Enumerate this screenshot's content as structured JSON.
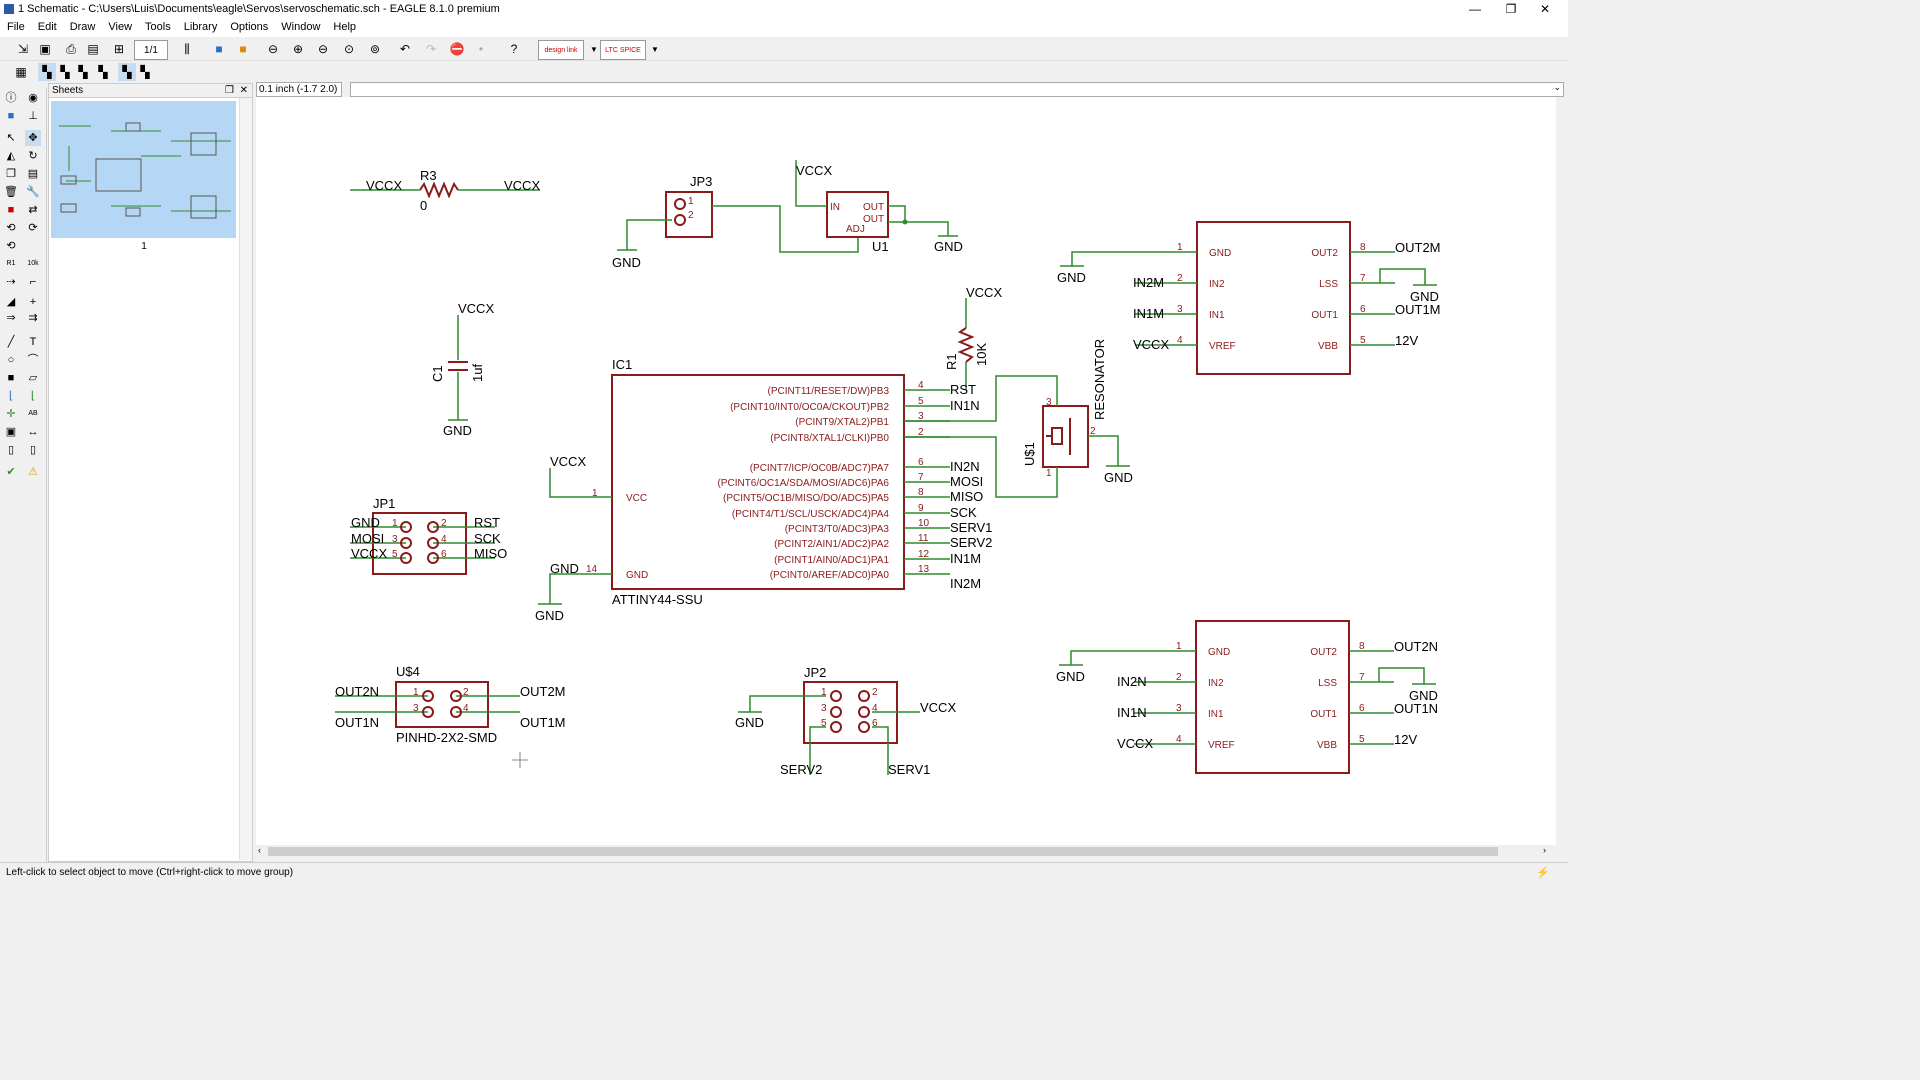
{
  "window": {
    "title": "1 Schematic - C:\\Users\\Luis\\Documents\\eagle\\Servos\\servoschematic.sch - EAGLE 8.1.0 premium",
    "controls": [
      "—",
      "❐",
      "✕"
    ]
  },
  "menu": [
    "File",
    "Edit",
    "Draw",
    "View",
    "Tools",
    "Library",
    "Options",
    "Window",
    "Help"
  ],
  "toolbar": {
    "sheet_select": "1/1",
    "design_link": "design link",
    "ltspice": "LTC SPICE"
  },
  "sheets_panel": {
    "title": "Sheets",
    "sheet_label": "1"
  },
  "coord_display": "0.1 inch (-1.7 2.0)",
  "status_message": "Left-click to select object to move (Ctrl+right-click to move group)",
  "colors": {
    "wire": "#2e8b2e",
    "symbol": "#8b1a1a",
    "pin_text": "#8b1a1a",
    "selection": "#b5d7f5"
  },
  "schematic": {
    "r3": {
      "name": "R3",
      "value": "0",
      "left_net": "VCCX",
      "right_net": "VCCX"
    },
    "jp3": {
      "name": "JP3",
      "pin1": "1",
      "pin2": "2",
      "gnd": "GND"
    },
    "u1": {
      "name": "U1",
      "in": "IN",
      "out1": "OUT",
      "out2": "OUT",
      "adj": "ADJ",
      "vccx": "VCCX",
      "gnd": "GND"
    },
    "c1": {
      "name": "C1",
      "value": "1uf",
      "vccx": "VCCX",
      "gnd": "GND"
    },
    "r1": {
      "name": "R1",
      "value": "10K",
      "vccx": "VCCX"
    },
    "resonator": {
      "name": "U$1",
      "label": "RESONATOR",
      "pin1": "1",
      "pin2": "2",
      "pin3": "3",
      "gnd": "GND"
    },
    "ic1": {
      "name": "IC1",
      "part": "ATTINY44-SSU",
      "vcc_pin": "VCC",
      "gnd_pin": "GND",
      "vcc_num": "1",
      "gnd_num": "14",
      "vccx": "VCCX",
      "gnd": "GND",
      "pins": [
        {
          "label": "(PCINT11/RESET/DW)PB3",
          "num": "4",
          "net": "RST"
        },
        {
          "label": "(PCINT10/INT0/OC0A/CKOUT)PB2",
          "num": "5",
          "net": "IN1N"
        },
        {
          "label": "(PCINT9/XTAL2)PB1",
          "num": "3",
          "net": ""
        },
        {
          "label": "(PCINT8/XTAL1/CLKI)PB0",
          "num": "2",
          "net": ""
        },
        {
          "label": "(PCINT7/ICP/OC0B/ADC7)PA7",
          "num": "6",
          "net": "IN2N"
        },
        {
          "label": "(PCINT6/OC1A/SDA/MOSI/ADC6)PA6",
          "num": "7",
          "net": "MOSI"
        },
        {
          "label": "(PCINT5/OC1B/MISO/DO/ADC5)PA5",
          "num": "8",
          "net": "MISO"
        },
        {
          "label": "(PCINT4/T1/SCL/USCK/ADC4)PA4",
          "num": "9",
          "net": "SCK"
        },
        {
          "label": "(PCINT3/T0/ADC3)PA3",
          "num": "10",
          "net": "SERV1"
        },
        {
          "label": "(PCINT2/AIN1/ADC2)PA2",
          "num": "11",
          "net": "SERV2"
        },
        {
          "label": "(PCINT1/AIN0/ADC1)PA1",
          "num": "12",
          "net": "IN1M"
        },
        {
          "label": "(PCINT0/AREF/ADC0)PA0",
          "num": "13",
          "net": "IN2M"
        }
      ]
    },
    "jp1": {
      "name": "JP1",
      "left_nets": [
        "GND",
        "MOSI",
        "VCCX"
      ],
      "right_nets": [
        "RST",
        "SCK",
        "MISO"
      ],
      "left_nums": [
        "1",
        "3",
        "5"
      ],
      "right_nums": [
        "2",
        "4",
        "6"
      ]
    },
    "u4": {
      "name": "U$4",
      "part": "PINHD-2X2-SMD",
      "left_nets": [
        "OUT2N",
        "OUT1N"
      ],
      "right_nets": [
        "OUT2M",
        "OUT1M"
      ],
      "left_nums": [
        "1",
        "3"
      ],
      "right_nums": [
        "2",
        "4"
      ]
    },
    "jp2": {
      "name": "JP2",
      "gnd": "GND",
      "vccx": "VCCX",
      "serv2": "SERV2",
      "serv1": "SERV1",
      "left_nums": [
        "1",
        "3",
        "5"
      ],
      "right_nums": [
        "2",
        "4",
        "6"
      ]
    },
    "drivers": [
      {
        "left_pins": [
          {
            "label": "GND",
            "num": "1",
            "net": "GND"
          },
          {
            "label": "IN2",
            "num": "2",
            "net": "IN2M"
          },
          {
            "label": "IN1",
            "num": "3",
            "net": "IN1M"
          },
          {
            "label": "VREF",
            "num": "4",
            "net": "VCCX"
          }
        ],
        "right_pins": [
          {
            "label": "OUT2",
            "num": "8",
            "net": "OUT2M"
          },
          {
            "label": "LSS",
            "num": "7",
            "net": "GND"
          },
          {
            "label": "OUT1",
            "num": "6",
            "net": "OUT1M"
          },
          {
            "label": "VBB",
            "num": "5",
            "net": "12V"
          }
        ]
      },
      {
        "left_pins": [
          {
            "label": "GND",
            "num": "1",
            "net": "GND"
          },
          {
            "label": "IN2",
            "num": "2",
            "net": "IN2N"
          },
          {
            "label": "IN1",
            "num": "3",
            "net": "IN1N"
          },
          {
            "label": "VREF",
            "num": "4",
            "net": "VCCX"
          }
        ],
        "right_pins": [
          {
            "label": "OUT2",
            "num": "8",
            "net": "OUT2N"
          },
          {
            "label": "LSS",
            "num": "7",
            "net": "GND"
          },
          {
            "label": "OUT1",
            "num": "6",
            "net": "OUT1N"
          },
          {
            "label": "VBB",
            "num": "5",
            "net": "12V"
          }
        ]
      }
    ]
  }
}
